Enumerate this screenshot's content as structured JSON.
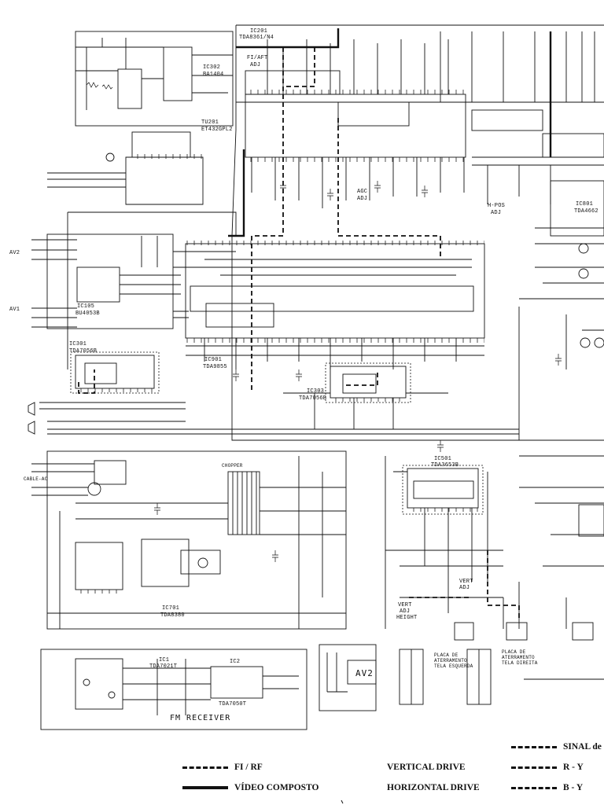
{
  "ics": {
    "ic201": {
      "name": "IC201",
      "part": "TDA8361/N4"
    },
    "ic302": {
      "name": "IC302",
      "part": "BA1404"
    },
    "tu201": {
      "name": "TU201",
      "part": "ET432GPL2"
    },
    "ic801": {
      "name": "IC801",
      "part": "TDA4662"
    },
    "ic105": {
      "name": "IC105",
      "part": "BU4053B"
    },
    "ic301": {
      "name": "IC301",
      "part": "TDA7056B"
    },
    "ic901": {
      "name": "IC901",
      "part": "TDA9855"
    },
    "ic303": {
      "name": "IC303",
      "part": "TDA7056B"
    },
    "ic501": {
      "name": "IC501",
      "part": "TDA3653B"
    },
    "ic701": {
      "name": "IC701",
      "part": "TDA8380"
    },
    "ic1": {
      "name": "IC1",
      "part": "TDA7021T"
    },
    "ic2": {
      "name": "IC2",
      "part": "TDA7050T"
    }
  },
  "adjust": {
    "fi_aft": "FI/AFT",
    "fi_aft2": "ADJ",
    "agc": "AGC",
    "agc2": "ADJ",
    "hpos": "H-POS",
    "hpos2": "ADJ",
    "vert": "VERT",
    "vert2": "ADJ",
    "vert_height1": "VERT",
    "vert_height2": "ADJ",
    "vert_height3": "HEIGHT"
  },
  "inputs": {
    "av2": "AV2",
    "av1": "AV1",
    "cable_ac": "CABLE-AC",
    "chopper": "CHOPPER"
  },
  "boards": {
    "fm_receiver": "FM RECEIVER",
    "av2_board": "AV2",
    "placa_esq1": "PLACA DE",
    "placa_esq2": "ATERRAMENTO",
    "placa_esq3": "TELA ESQUERDA",
    "placa_dir1": "PLACA DE",
    "placa_dir2": "ATERRAMENTO",
    "placa_dir3": "TELA DIREITA"
  },
  "legend": {
    "fi_rf": "FI / RF",
    "video_composto": "VÍDEO COMPOSTO",
    "vertical_drive": "VERTICAL DRIVE",
    "horizontal_drive": "HORIZONTAL DRIVE",
    "sinal": "SINAL de",
    "r_y": "R - Y",
    "b_y": "B - Y"
  }
}
